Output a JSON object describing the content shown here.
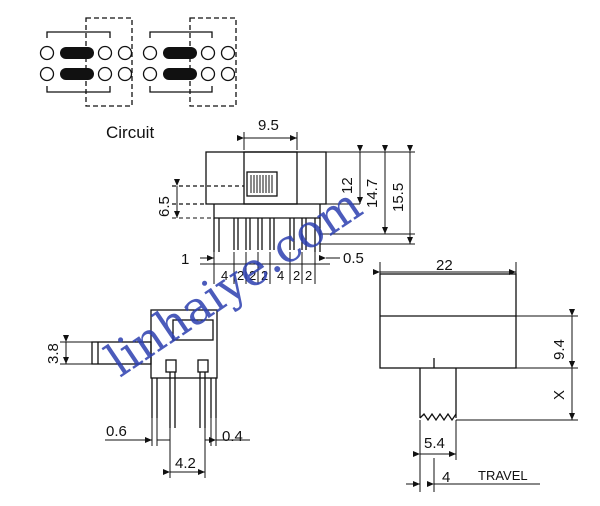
{
  "circuit_label": "Circuit",
  "watermark": "linhaiye.com",
  "dims": {
    "d9_5": "9.5",
    "d12": "12",
    "d14_7": "14.7",
    "d15_5": "15.5",
    "d6_5": "6.5",
    "d1": "1",
    "d0_5": "0.5",
    "pitch": [
      "4",
      "2",
      "2",
      "2",
      "4",
      "2",
      "2"
    ],
    "d3_8": "3.8",
    "d0_6": "0.6",
    "d0_4": "0.4",
    "d4_2": "4.2",
    "d22": "22",
    "d9_4": "9.4",
    "dx": "X",
    "d5_4": "5.4",
    "d4": "4",
    "travel": "TRAVEL"
  },
  "colors": {
    "line": "#111111",
    "watermark": "#2c3fb0"
  }
}
